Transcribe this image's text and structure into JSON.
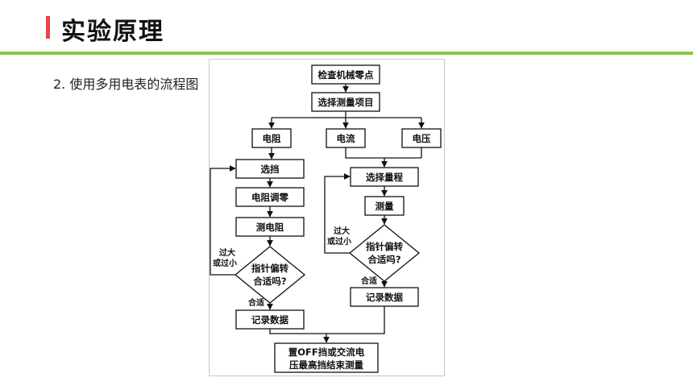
{
  "header": {
    "title": "实验原理"
  },
  "section": {
    "subtitle": "2. 使用多用电表的流程图"
  },
  "flowchart": {
    "check_zero": "检查机械零点",
    "select_item": "选择测量项目",
    "resistance": "电阻",
    "current": "电流",
    "voltage": "电压",
    "select_range_r": "选挡",
    "ohm_zero": "电阻调零",
    "measure_r": "测电阻",
    "decision_r_line1": "指针偏转",
    "decision_r_line2": "合适吗?",
    "too_large_r_line1": "过大",
    "too_large_r_line2": "或过小",
    "ok_r": "合适",
    "record_r": "记录数据",
    "select_range_iv": "选择量程",
    "measure_iv": "测量",
    "decision_iv_line1": "指针偏转",
    "decision_iv_line2": "合适吗?",
    "too_large_iv_line1": "过大",
    "too_large_iv_line2": "或过小",
    "ok_iv": "合适",
    "record_iv": "记录数据",
    "end_line1": "置OFF挡或交流电",
    "end_line2": "压最高挡结束测量"
  },
  "colors": {
    "accent_red": "#e8424b",
    "accent_green": "#8cc63f"
  }
}
